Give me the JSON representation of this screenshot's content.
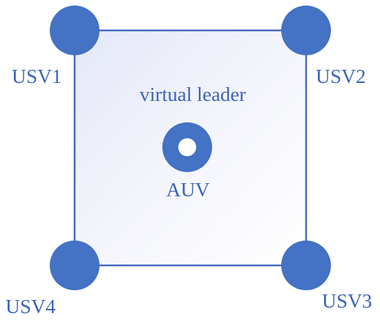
{
  "diagram": {
    "leader_label": "virtual leader",
    "auv_label": "AUV",
    "usvs": [
      {
        "label": "USV1"
      },
      {
        "label": "USV2"
      },
      {
        "label": "USV3"
      },
      {
        "label": "USV4"
      }
    ]
  },
  "colors": {
    "node": "#4472C4",
    "label": "#3A63B8",
    "edge": "#3E66C0",
    "fill_tint": "#E4E8F7",
    "hole": "#FFFFFF"
  }
}
